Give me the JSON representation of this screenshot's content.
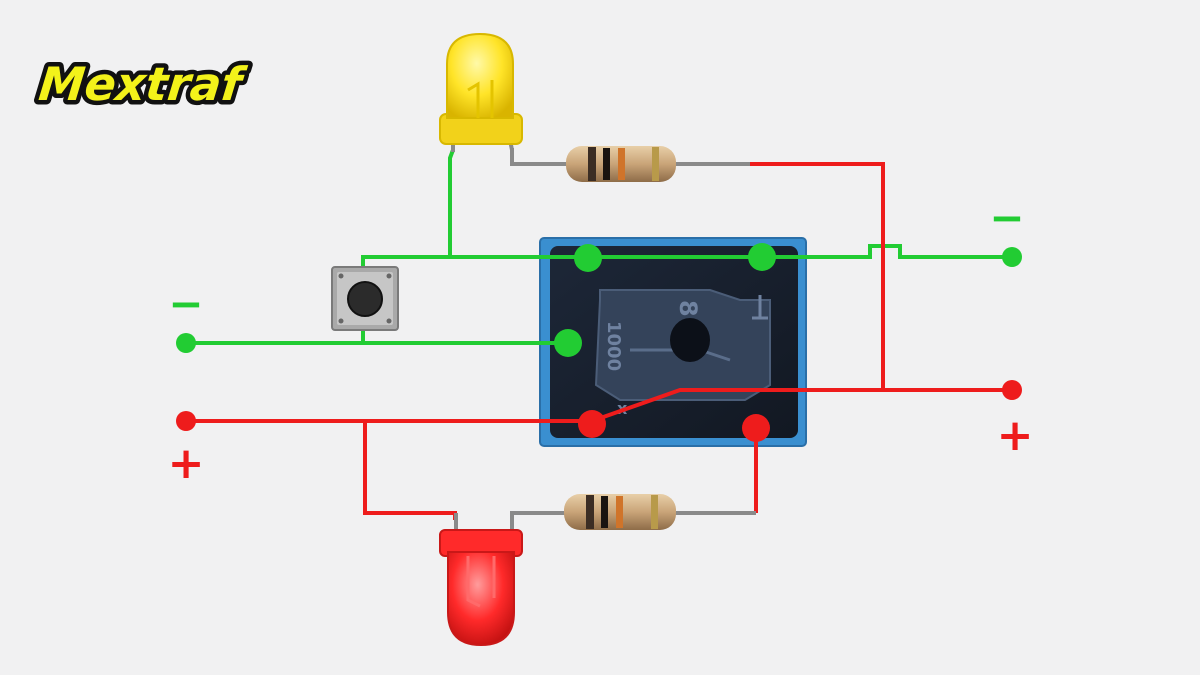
{
  "brand": {
    "logo_text": "Mextraf",
    "logo_fill": "#f3f21a",
    "logo_outline": "#111111"
  },
  "terminals": {
    "left_negative": "−",
    "left_positive": "+",
    "right_negative": "−",
    "right_positive": "+"
  },
  "relay": {
    "marking_number": "8",
    "marking_code": "1000",
    "marking_x": "x"
  },
  "components": {
    "led_top": "yellow-led",
    "led_bottom": "red-led",
    "resistor_top": "resistor",
    "resistor_bottom": "resistor",
    "button": "push-button"
  },
  "colors": {
    "wire_negative": "#22cc33",
    "wire_positive": "#ee1c1c",
    "relay_body": "#3a8fd0",
    "relay_top": "#1a2230",
    "led_yellow": "#ffe428",
    "led_red": "#ff2a2a"
  }
}
